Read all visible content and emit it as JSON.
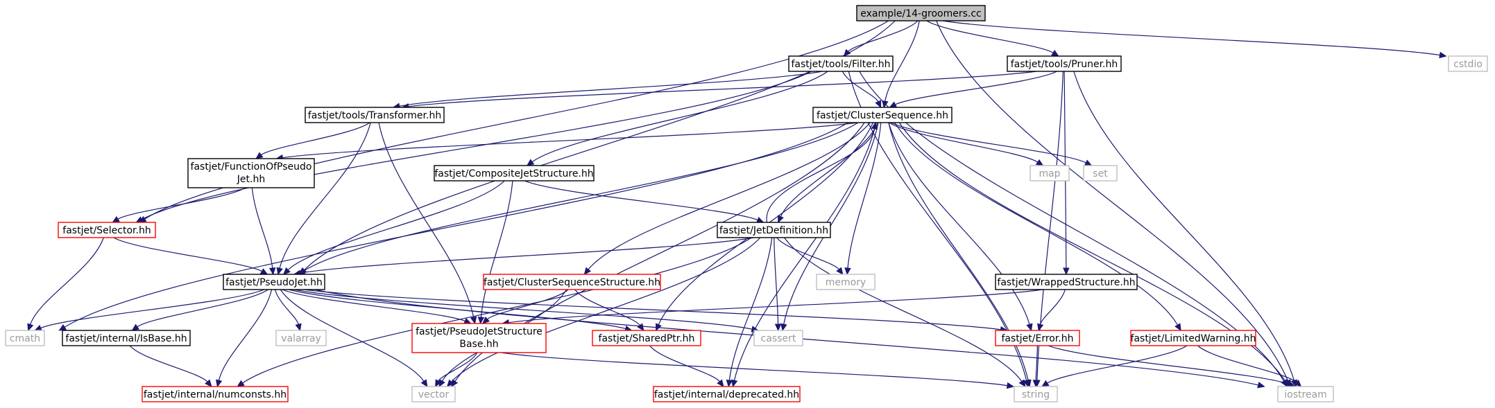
{
  "graph": {
    "colors": {
      "edge": "#191970",
      "root_fill": "#bfbfbf",
      "documented_border": "#000000",
      "incomplete_border": "#ff0000",
      "system_border": "#bfbfbf",
      "system_text": "#9a9a9a"
    },
    "nodes": [
      {
        "id": "n0",
        "lines": [
          "example/14-groomers.cc"
        ],
        "style": "root"
      },
      {
        "id": "n1",
        "lines": [
          "fastjet/tools/Filter.hh"
        ],
        "style": "black"
      },
      {
        "id": "n2",
        "lines": [
          "fastjet/tools/Pruner.hh"
        ],
        "style": "black"
      },
      {
        "id": "n3",
        "lines": [
          "cstdio"
        ],
        "style": "gray"
      },
      {
        "id": "n4",
        "lines": [
          "fastjet/tools/Transformer.hh"
        ],
        "style": "black"
      },
      {
        "id": "n5",
        "lines": [
          "fastjet/ClusterSequence.hh"
        ],
        "style": "black"
      },
      {
        "id": "n6",
        "lines": [
          "fastjet/FunctionOfPseudo",
          "Jet.hh"
        ],
        "style": "black"
      },
      {
        "id": "n7",
        "lines": [
          "fastjet/CompositeJetStructure.hh"
        ],
        "style": "black"
      },
      {
        "id": "n8",
        "lines": [
          "map"
        ],
        "style": "gray"
      },
      {
        "id": "n9",
        "lines": [
          "set"
        ],
        "style": "gray"
      },
      {
        "id": "n10",
        "lines": [
          "fastjet/Selector.hh"
        ],
        "style": "red"
      },
      {
        "id": "n11",
        "lines": [
          "fastjet/JetDefinition.hh"
        ],
        "style": "black"
      },
      {
        "id": "n12",
        "lines": [
          "fastjet/PseudoJet.hh"
        ],
        "style": "black"
      },
      {
        "id": "n13",
        "lines": [
          "fastjet/ClusterSequenceStructure.hh"
        ],
        "style": "red"
      },
      {
        "id": "n14",
        "lines": [
          "memory"
        ],
        "style": "gray"
      },
      {
        "id": "n15",
        "lines": [
          "fastjet/WrappedStructure.hh"
        ],
        "style": "black"
      },
      {
        "id": "n16",
        "lines": [
          "cmath"
        ],
        "style": "gray"
      },
      {
        "id": "n17",
        "lines": [
          "fastjet/internal/IsBase.hh"
        ],
        "style": "black"
      },
      {
        "id": "n18",
        "lines": [
          "valarray"
        ],
        "style": "gray"
      },
      {
        "id": "n19",
        "lines": [
          "fastjet/PseudoJetStructure",
          "Base.hh"
        ],
        "style": "red"
      },
      {
        "id": "n20",
        "lines": [
          "fastjet/SharedPtr.hh"
        ],
        "style": "red"
      },
      {
        "id": "n21",
        "lines": [
          "cassert"
        ],
        "style": "gray"
      },
      {
        "id": "n22",
        "lines": [
          "fastjet/Error.hh"
        ],
        "style": "red"
      },
      {
        "id": "n23",
        "lines": [
          "fastjet/LimitedWarning.hh"
        ],
        "style": "red"
      },
      {
        "id": "n24",
        "lines": [
          "fastjet/internal/numconsts.hh"
        ],
        "style": "red"
      },
      {
        "id": "n25",
        "lines": [
          "vector"
        ],
        "style": "gray"
      },
      {
        "id": "n26",
        "lines": [
          "fastjet/internal/deprecated.hh"
        ],
        "style": "red"
      },
      {
        "id": "n27",
        "lines": [
          "string"
        ],
        "style": "gray"
      },
      {
        "id": "n28",
        "lines": [
          "iostream"
        ],
        "style": "gray"
      }
    ],
    "edges": [
      [
        "n0",
        "n1"
      ],
      [
        "n0",
        "n2"
      ],
      [
        "n0",
        "n5"
      ],
      [
        "n0",
        "n3"
      ],
      [
        "n0",
        "n10"
      ],
      [
        "n0",
        "n12"
      ],
      [
        "n0",
        "n28"
      ],
      [
        "n1",
        "n4"
      ],
      [
        "n1",
        "n5"
      ],
      [
        "n1",
        "n7"
      ],
      [
        "n1",
        "n10"
      ],
      [
        "n1",
        "n27"
      ],
      [
        "n1",
        "n28"
      ],
      [
        "n2",
        "n4"
      ],
      [
        "n2",
        "n5"
      ],
      [
        "n2",
        "n15"
      ],
      [
        "n2",
        "n28"
      ],
      [
        "n2",
        "n27"
      ],
      [
        "n4",
        "n6"
      ],
      [
        "n4",
        "n12"
      ],
      [
        "n4",
        "n19"
      ],
      [
        "n5",
        "n6"
      ],
      [
        "n5",
        "n11"
      ],
      [
        "n5",
        "n12"
      ],
      [
        "n5",
        "n13"
      ],
      [
        "n5",
        "n8"
      ],
      [
        "n5",
        "n9"
      ],
      [
        "n5",
        "n14"
      ],
      [
        "n5",
        "n20"
      ],
      [
        "n5",
        "n21"
      ],
      [
        "n5",
        "n22"
      ],
      [
        "n5",
        "n23"
      ],
      [
        "n5",
        "n26"
      ],
      [
        "n5",
        "n27"
      ],
      [
        "n5",
        "n28"
      ],
      [
        "n5",
        "n25"
      ],
      [
        "n5",
        "n16"
      ],
      [
        "n6",
        "n10"
      ],
      [
        "n6",
        "n12"
      ],
      [
        "n7",
        "n11"
      ],
      [
        "n7",
        "n12"
      ],
      [
        "n7",
        "n19"
      ],
      [
        "n10",
        "n12"
      ],
      [
        "n10",
        "n16"
      ],
      [
        "n11",
        "n5"
      ],
      [
        "n11",
        "n12"
      ],
      [
        "n11",
        "n14"
      ],
      [
        "n11",
        "n21"
      ],
      [
        "n11",
        "n27"
      ],
      [
        "n11",
        "n26"
      ],
      [
        "n11",
        "n24"
      ],
      [
        "n11",
        "n25"
      ],
      [
        "n12",
        "n16"
      ],
      [
        "n12",
        "n17"
      ],
      [
        "n12",
        "n18"
      ],
      [
        "n12",
        "n19"
      ],
      [
        "n12",
        "n20"
      ],
      [
        "n12",
        "n21"
      ],
      [
        "n12",
        "n22"
      ],
      [
        "n12",
        "n24"
      ],
      [
        "n12",
        "n25"
      ],
      [
        "n12",
        "n28"
      ],
      [
        "n13",
        "n19"
      ],
      [
        "n13",
        "n20"
      ],
      [
        "n13",
        "n25"
      ],
      [
        "n15",
        "n19"
      ],
      [
        "n15",
        "n22"
      ],
      [
        "n17",
        "n24"
      ],
      [
        "n19",
        "n25"
      ],
      [
        "n19",
        "n27"
      ],
      [
        "n20",
        "n26"
      ],
      [
        "n22",
        "n27"
      ],
      [
        "n22",
        "n28"
      ],
      [
        "n23",
        "n27"
      ],
      [
        "n23",
        "n28"
      ]
    ]
  }
}
